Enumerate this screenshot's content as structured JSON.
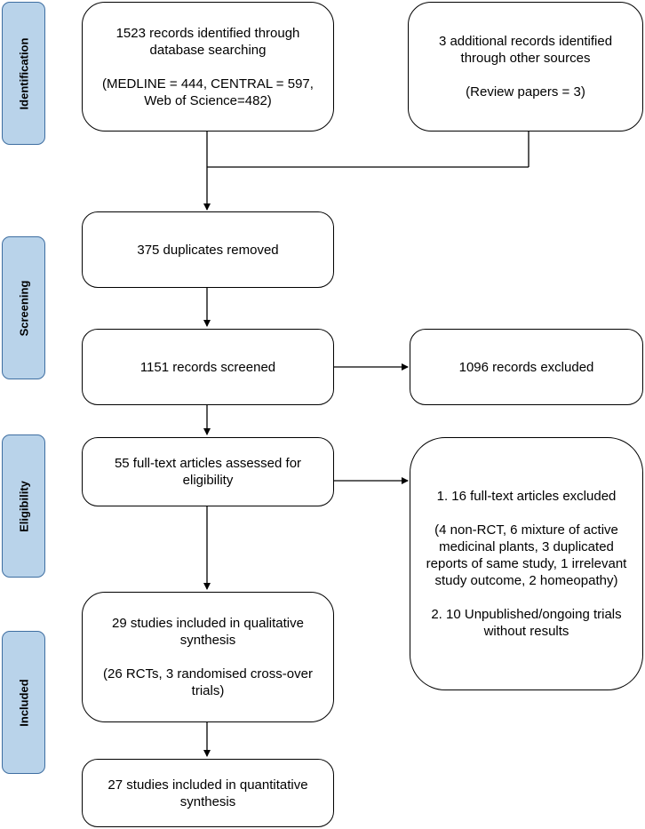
{
  "stages": {
    "identification": "Identification",
    "screening": "Screening",
    "eligibility": "Eligibility",
    "included": "Included"
  },
  "boxes": {
    "database_search": {
      "line1": "1523 records identified through database searching",
      "line2": "(MEDLINE = 444, CENTRAL = 597, Web of Science=482)"
    },
    "other_sources": {
      "line1": "3 additional records identified through other sources",
      "line2": "(Review papers  = 3)"
    },
    "duplicates": {
      "text": "375 duplicates removed"
    },
    "screened": {
      "text": "1151 records screened"
    },
    "excluded_records": {
      "text": "1096 records excluded"
    },
    "fulltext_assessed": {
      "text": "55 full-text articles assessed for eligibility"
    },
    "fulltext_excluded": {
      "item1": "1. 16 full-text articles excluded",
      "item1_detail": "(4 non-RCT, 6 mixture of active medicinal plants, 3 duplicated reports of same study, 1 irrelevant study outcome, 2 homeopathy)",
      "item2": "2. 10 Unpublished/ongoing trials without results"
    },
    "qualitative": {
      "line1": "29 studies included in qualitative synthesis",
      "line2": "(26 RCTs, 3 randomised cross-over trials)"
    },
    "quantitative": {
      "text": "27 studies included in quantitative synthesis"
    }
  }
}
